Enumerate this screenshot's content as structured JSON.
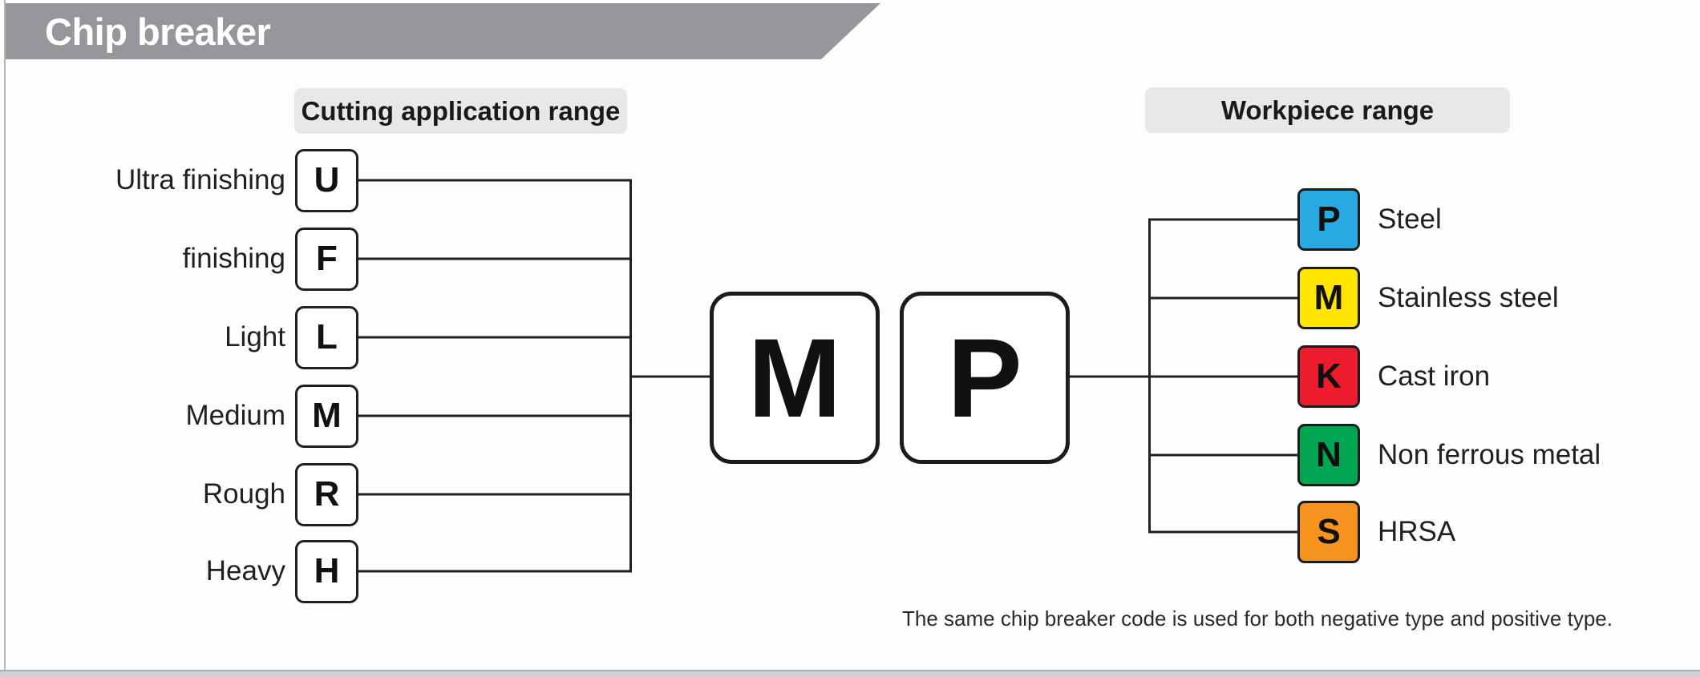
{
  "header": {
    "title": "Chip breaker"
  },
  "cutting": {
    "title": "Cutting application range",
    "items": [
      {
        "label": "Ultra finishing",
        "code": "U"
      },
      {
        "label": "finishing",
        "code": "F"
      },
      {
        "label": "Light",
        "code": "L"
      },
      {
        "label": "Medium",
        "code": "M"
      },
      {
        "label": "Rough",
        "code": "R"
      },
      {
        "label": "Heavy",
        "code": "H"
      }
    ]
  },
  "center": {
    "codes": [
      "M",
      "P"
    ]
  },
  "workpiece": {
    "title": "Workpiece range",
    "items": [
      {
        "code": "P",
        "label": "Steel",
        "color": "#29A9E1"
      },
      {
        "code": "M",
        "label": "Stainless steel",
        "color": "#FFE500"
      },
      {
        "code": "K",
        "label": "Cast iron",
        "color": "#EC1C2E"
      },
      {
        "code": "N",
        "label": "Non ferrous metal",
        "color": "#00A551"
      },
      {
        "code": "S",
        "label": "HRSA",
        "color": "#F6921E"
      }
    ]
  },
  "footer": {
    "note": "The same chip breaker code is used for both negative type and positive type."
  },
  "colors": {
    "banner": "#97979B",
    "chip_bg": "#E8E8E8",
    "line": "#231F20"
  }
}
